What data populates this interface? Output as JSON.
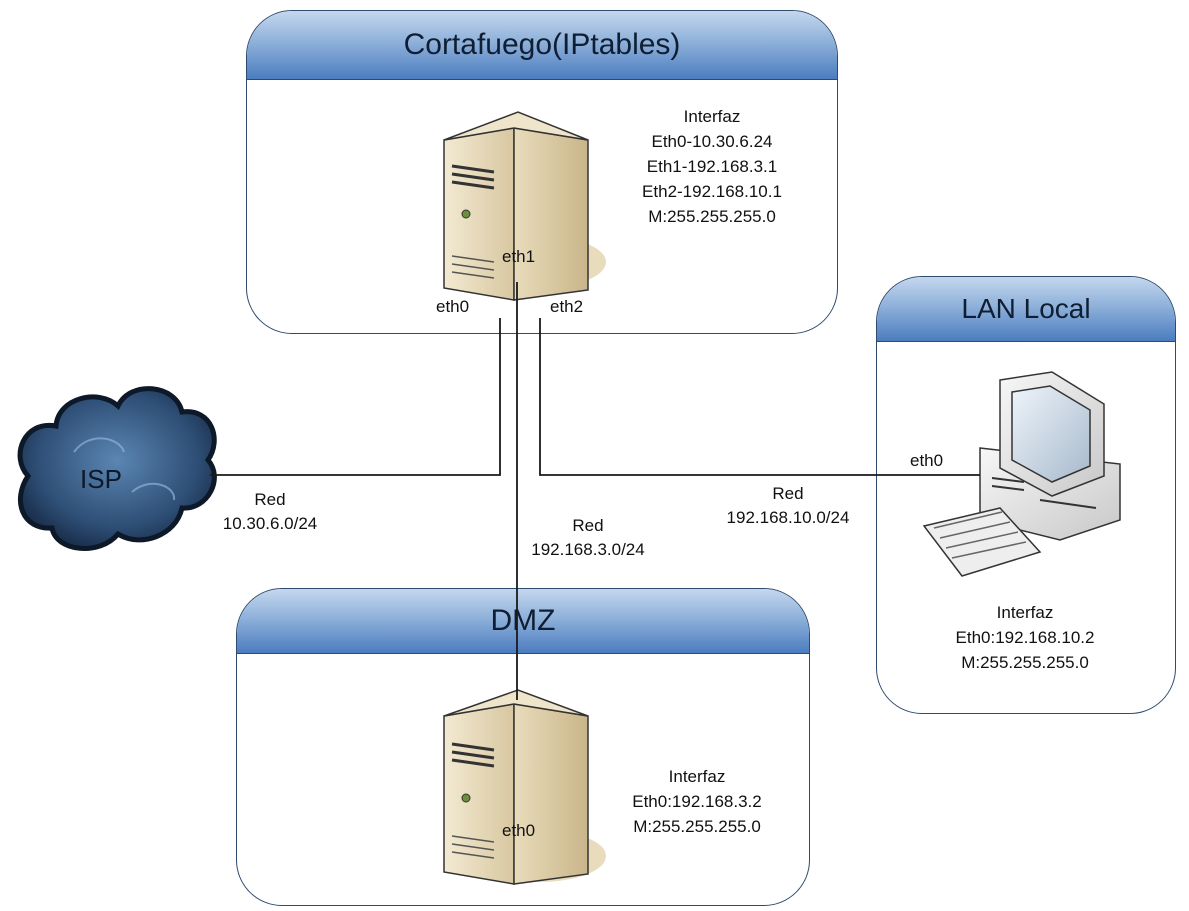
{
  "zones": {
    "firewall": {
      "title": "Cortafuego(IPtables)"
    },
    "lan": {
      "title": "LAN Local"
    },
    "dmz": {
      "title": "DMZ"
    }
  },
  "firewall_info": {
    "heading": "Interfaz",
    "lines": [
      "Eth0-10.30.6.24",
      "Eth1-192.168.3.1",
      "Eth2-192.168.10.1",
      "M:255.255.255.0"
    ]
  },
  "lan_info": {
    "heading": "Interfaz",
    "lines": [
      "Eth0:192.168.10.2",
      "M:255.255.255.0"
    ]
  },
  "dmz_info": {
    "heading": "Interfaz",
    "lines": [
      "Eth0:192.168.3.2",
      "M:255.255.255.0"
    ]
  },
  "ports": {
    "fw_eth1": "eth1",
    "fw_eth0": "eth0",
    "fw_eth2": "eth2",
    "lan_eth0": "eth0",
    "dmz_eth0": "eth0"
  },
  "cloud": {
    "label": "ISP"
  },
  "networks": {
    "isp": {
      "label": "Red",
      "cidr": "10.30.6.0/24"
    },
    "dmz": {
      "label": "Red",
      "cidr": "192.168.3.0/24"
    },
    "lan": {
      "label": "Red",
      "cidr": "192.168.10.0/24"
    }
  },
  "colors": {
    "zone_border": "#2e4a6e",
    "zone_header": "#6f9bd1",
    "network_label": "#e8281e",
    "cloud": "#2a4466"
  },
  "icons": [
    "server-icon",
    "desktop-computer-icon",
    "cloud-icon"
  ]
}
